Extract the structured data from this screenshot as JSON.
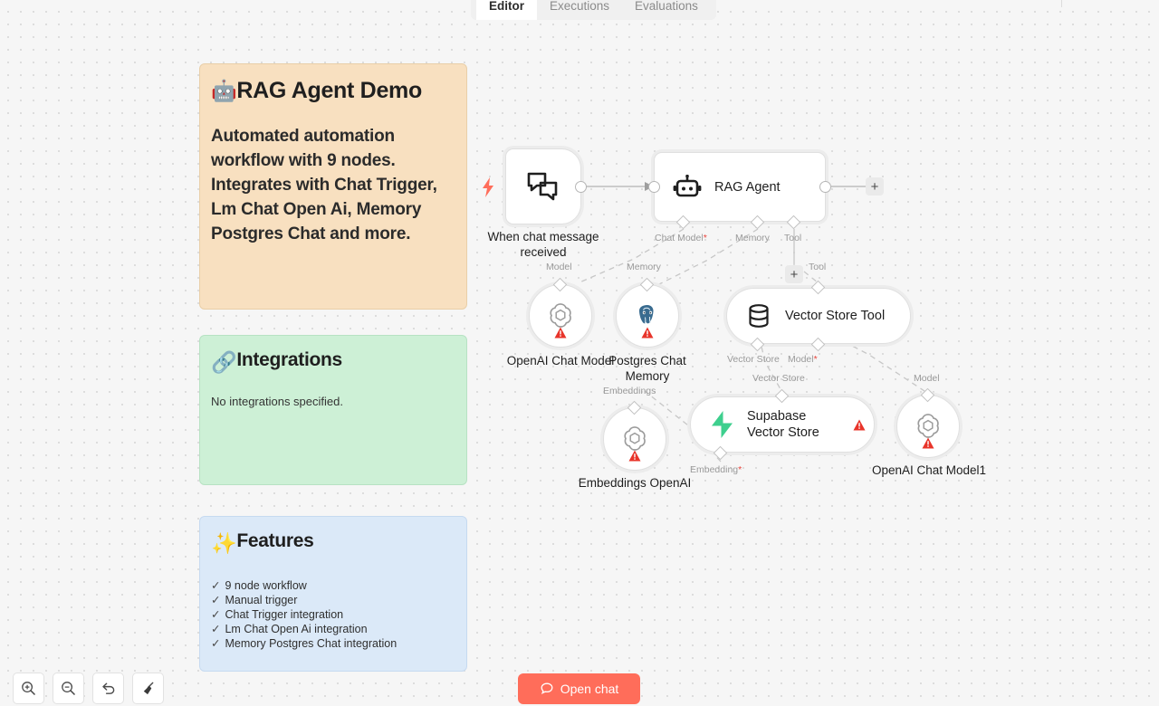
{
  "tabs": [
    {
      "label": "Editor",
      "active": true
    },
    {
      "label": "Executions",
      "active": false
    },
    {
      "label": "Evaluations",
      "active": false
    }
  ],
  "notes": {
    "rag": {
      "emoji": "🤖",
      "title": "RAG Agent Demo",
      "body": "Automated automation workflow with 9 nodes. Integrates with Chat Trigger, Lm Chat Open Ai, Memory Postgres Chat and more.",
      "color": "#f8e0c0"
    },
    "integrations": {
      "emoji": "🔗",
      "title": "Integrations",
      "body": "No integrations specified.",
      "color": "#cdf0d6"
    },
    "features": {
      "emoji": "✨",
      "title": "Features",
      "items": [
        "9 node workflow",
        "Manual trigger",
        "Chat Trigger integration",
        "Lm Chat Open Ai integration",
        "Memory Postgres Chat integration"
      ],
      "check": "✓",
      "color": "#dbe9f8"
    }
  },
  "nodes": {
    "trigger": {
      "label": "When chat message received",
      "icon": "chat-bubbles-icon"
    },
    "agent": {
      "title": "RAG Agent",
      "icon": "robot-icon"
    },
    "openai_chat_model": {
      "label": "OpenAI Chat Model",
      "icon": "openai-icon",
      "status": "warning"
    },
    "postgres_memory": {
      "label": "Postgres Chat Memory",
      "icon": "postgres-icon",
      "status": "warning"
    },
    "vector_store_tool": {
      "title": "Vector Store Tool",
      "icon": "database-icon"
    },
    "embeddings_openai": {
      "label": "Embeddings OpenAI",
      "icon": "openai-icon",
      "status": "warning"
    },
    "supabase_vector_store": {
      "title": "Supabase Vector Store",
      "icon": "supabase-icon",
      "status": "warning"
    },
    "openai_chat_model1": {
      "label": "OpenAI Chat Model1",
      "icon": "openai-icon",
      "status": "warning"
    }
  },
  "ports": {
    "agent_chat_model": "Chat Model",
    "agent_memory": "Memory",
    "agent_tool": "Tool",
    "sub_model": "Model",
    "sub_memory": "Memory",
    "sub_tool": "Tool",
    "vst_vector_store": "Vector Store",
    "vst_model": "Model",
    "sub_embeddings": "Embeddings",
    "svs_vector_store": "Vector Store",
    "svs_embedding": "Embedding",
    "svs_model": "Model",
    "required_marker": "*",
    "add_label": "+"
  },
  "toolbar": {
    "zoom_in": "zoom-in-button",
    "zoom_out": "zoom-out-button",
    "reset_zoom": "reset-zoom-button",
    "tidy_up": "tidy-up-button"
  },
  "chat": {
    "label": "Open chat",
    "color": "#ff6d5a"
  }
}
